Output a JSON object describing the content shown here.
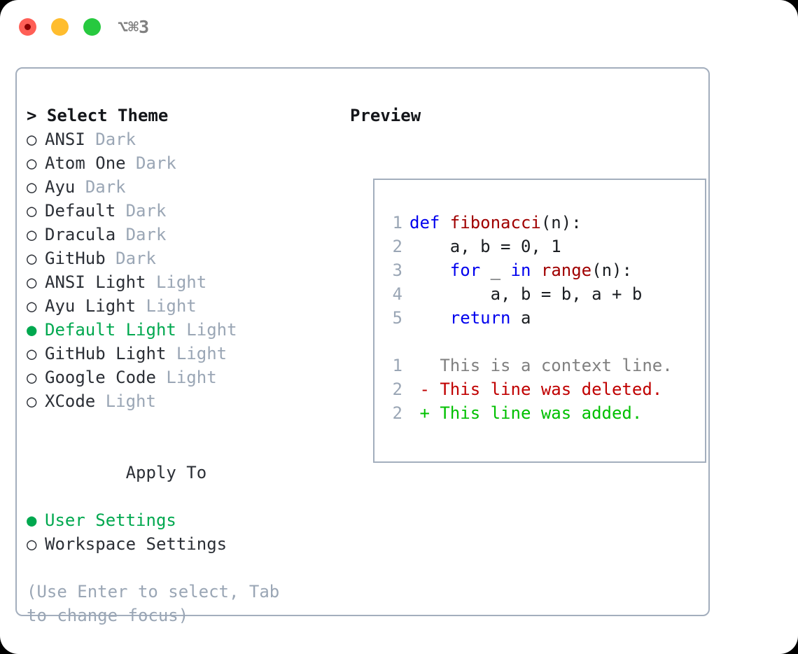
{
  "window": {
    "background_color": "#000000",
    "surface_color": "#ffffff",
    "border_color": "#a3aebd"
  },
  "titlebar": {
    "shortcut": "⌥⌘3",
    "buttons": [
      {
        "name": "close",
        "color": "#ff5f56"
      },
      {
        "name": "minimize",
        "color": "#ffbd2e"
      },
      {
        "name": "maximize",
        "color": "#27c93f"
      }
    ]
  },
  "theme_picker": {
    "header": "> Select Theme",
    "focus_prefix": ">",
    "selected_color": "#00a84f",
    "unselected_marker": "○",
    "selected_marker": "●",
    "items": [
      {
        "marker": "○",
        "label": "ANSI",
        "kind": "Dark",
        "selected": false
      },
      {
        "marker": "○",
        "label": "Atom One",
        "kind": "Dark",
        "selected": false
      },
      {
        "marker": "○",
        "label": "Ayu",
        "kind": "Dark",
        "selected": false
      },
      {
        "marker": "○",
        "label": "Default",
        "kind": "Dark",
        "selected": false
      },
      {
        "marker": "○",
        "label": "Dracula",
        "kind": "Dark",
        "selected": false
      },
      {
        "marker": "○",
        "label": "GitHub",
        "kind": "Dark",
        "selected": false
      },
      {
        "marker": "○",
        "label": "ANSI Light",
        "kind": "Light",
        "selected": false
      },
      {
        "marker": "○",
        "label": "Ayu Light",
        "kind": "Light",
        "selected": false
      },
      {
        "marker": "●",
        "label": "Default Light",
        "kind": "Light",
        "selected": true
      },
      {
        "marker": "○",
        "label": "GitHub Light",
        "kind": "Light",
        "selected": false
      },
      {
        "marker": "○",
        "label": "Google Code",
        "kind": "Light",
        "selected": false
      },
      {
        "marker": "○",
        "label": "XCode",
        "kind": "Light",
        "selected": false
      }
    ]
  },
  "apply_to": {
    "header": "Apply To",
    "items": [
      {
        "marker": "●",
        "label": "User Settings",
        "selected": true
      },
      {
        "marker": "○",
        "label": "Workspace Settings",
        "selected": false
      }
    ]
  },
  "hint": "(Use Enter to select, Tab to change focus)",
  "preview": {
    "title": "Preview",
    "code_lines": [
      {
        "no": "1",
        "segments": [
          {
            "t": "def ",
            "c": "kw"
          },
          {
            "t": "fibonacci",
            "c": "fn"
          },
          {
            "t": "(n):",
            "c": "plain"
          }
        ]
      },
      {
        "no": "2",
        "segments": [
          {
            "t": "    a, b = 0, 1",
            "c": "plain"
          }
        ]
      },
      {
        "no": "3",
        "segments": [
          {
            "t": "    ",
            "c": "plain"
          },
          {
            "t": "for",
            "c": "kw"
          },
          {
            "t": " _ ",
            "c": "plain"
          },
          {
            "t": "in",
            "c": "kw"
          },
          {
            "t": " ",
            "c": "plain"
          },
          {
            "t": "range",
            "c": "fn"
          },
          {
            "t": "(n):",
            "c": "plain"
          }
        ]
      },
      {
        "no": "4",
        "segments": [
          {
            "t": "        a, b = b, a + b",
            "c": "plain"
          }
        ]
      },
      {
        "no": "5",
        "segments": [
          {
            "t": "    ",
            "c": "plain"
          },
          {
            "t": "return",
            "c": "kw"
          },
          {
            "t": " a",
            "c": "plain"
          }
        ]
      }
    ],
    "diff_lines": [
      {
        "no": "1",
        "segments": [
          {
            "t": "   This is a context line.",
            "c": "ctx"
          }
        ]
      },
      {
        "no": "2",
        "segments": [
          {
            "t": " - This line was deleted.",
            "c": "del"
          }
        ]
      },
      {
        "no": "2",
        "segments": [
          {
            "t": " + This line was added.",
            "c": "add"
          }
        ]
      }
    ],
    "colors": {
      "keyword": "#0000ee",
      "function": "#a00000",
      "plain": "#1a1d21",
      "lineno": "#9aa6b5",
      "context": "#808080",
      "deleted": "#c00000",
      "added": "#00c000"
    }
  }
}
